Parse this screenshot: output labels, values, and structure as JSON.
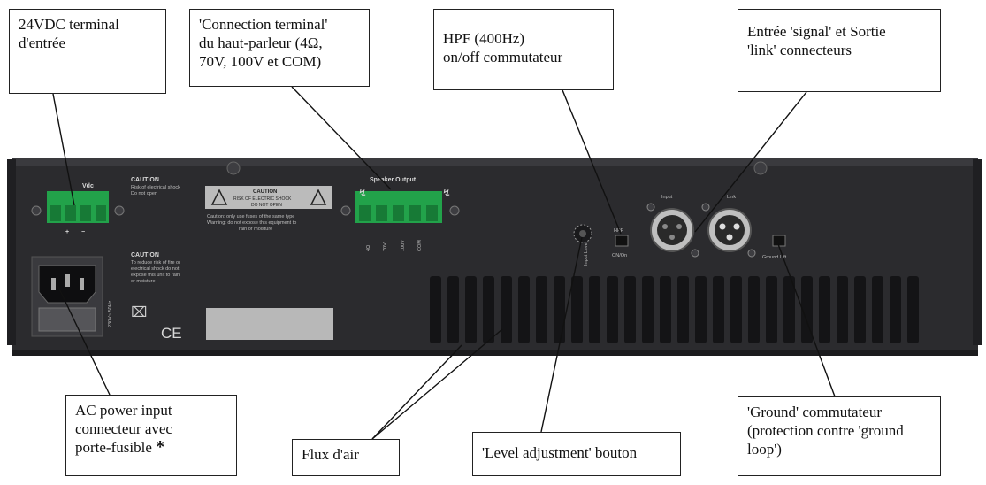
{
  "callouts": {
    "dc_input": [
      "24VDC terminal",
      "d'entrée"
    ],
    "speaker_terminal": [
      "'Connection terminal'",
      "du haut-parleur (4Ω,",
      "70V, 100V et COM)"
    ],
    "hpf": [
      "HPF (400Hz)",
      "on/off commutateur"
    ],
    "signal_link": [
      "Entrée 'signal' et Sortie",
      "'link' connecteurs"
    ],
    "ac_power": [
      "AC power input",
      "connecteur avec",
      "porte-fusible"
    ],
    "ac_power_mark": "*",
    "airflow": "Flux d'air",
    "level": "'Level adjustment' bouton",
    "ground": [
      "'Ground' commutateur",
      "(protection contre 'ground",
      "loop')"
    ]
  },
  "panel": {
    "vdc_label": "Vdc",
    "vdc_plus": "+",
    "vdc_minus": "−",
    "speaker_output_label": "Speaker Output",
    "speaker_terms": [
      "4Ω",
      "70V",
      "100V",
      "COM"
    ],
    "caution_title": "CAUTION",
    "caution_text_1": "Risk of electrical shock",
    "caution_text_2": "Do not open",
    "caution_box_title": "CAUTION",
    "caution_box_line1": "RISK OF ELECTRIC SHOCK",
    "caution_box_line2": "DO NOT OPEN",
    "caution_fuse_1": "Caution: only use fuses of the same type",
    "caution_fuse_2": "Warning: do not expose this equipment to",
    "caution_fuse_3": "rain or moisture",
    "caution2_title": "CAUTION",
    "caution2_line1": "To reduce risk of fire or",
    "caution2_line2": "electrical shock do not",
    "caution2_line3": "expose this unit to rain",
    "caution2_line4": "or moisture",
    "ac_rating": "230V~ 50Hz",
    "ce_mark": "CE",
    "hpf_label": "HPF",
    "hpf_state": "ON/On",
    "input_label": "Input",
    "link_label": "Link",
    "ground_lift_label": "Ground Lift",
    "level_label": "Input Level",
    "colors": {
      "panel": "#2a2a2d",
      "terminal": "#22a24a",
      "callout_border": "#222222"
    }
  }
}
